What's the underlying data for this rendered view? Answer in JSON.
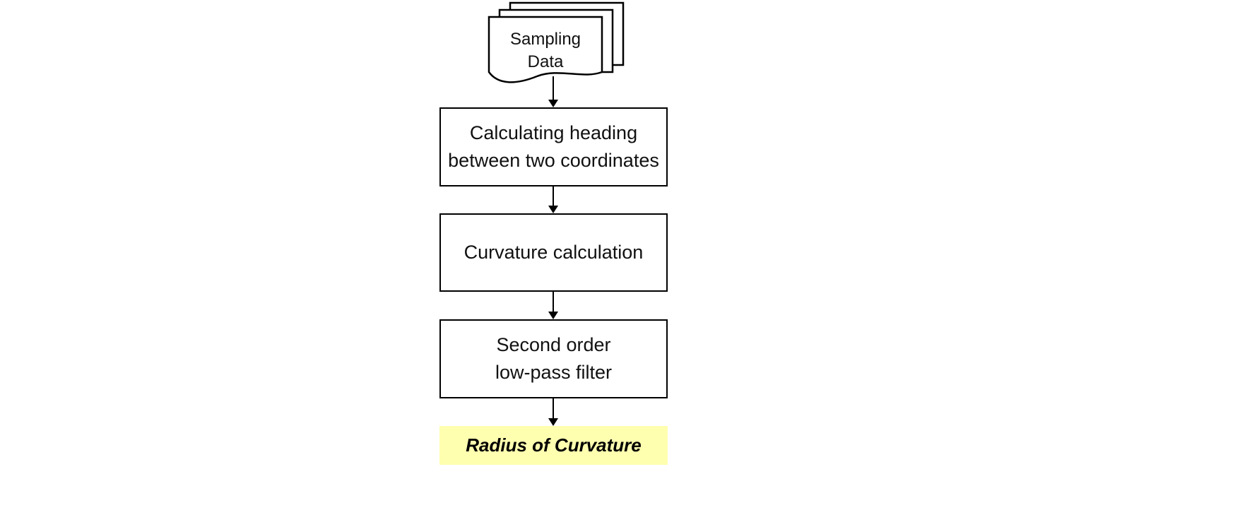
{
  "flowchart": {
    "source_doc": {
      "label": "Sampling\nData"
    },
    "steps": [
      {
        "id": "heading-calc",
        "label": "Calculating heading\nbetween two coordinates"
      },
      {
        "id": "curvature-calc",
        "label": "Curvature calculation"
      },
      {
        "id": "lowpass-filter",
        "label": "Second order\nlow-pass filter"
      }
    ],
    "result": {
      "label": "Radius of Curvature"
    },
    "colors": {
      "background": "#ffffff",
      "box_border": "#000000",
      "result_bg": "#ffffb0"
    }
  }
}
